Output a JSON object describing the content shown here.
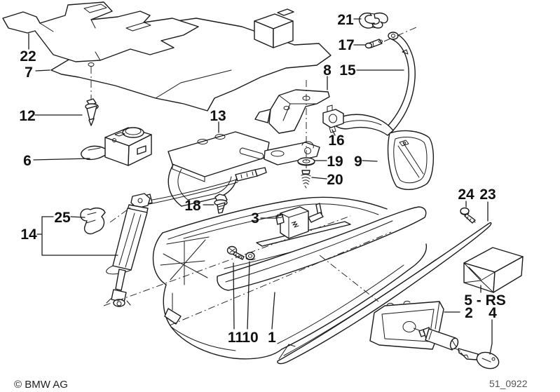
{
  "diagram": {
    "copyright": "© BMW AG",
    "drawing_number": "51_0922",
    "ink_color": "#1b1b1b",
    "background_color": "#ffffff",
    "callouts": {
      "n1": "1",
      "n2": "2",
      "n3": "3",
      "n4": "4",
      "n5_rs": "5 - RS",
      "n6": "6",
      "n7": "7",
      "n8": "8",
      "n9": "9",
      "n10": "10",
      "n11": "11",
      "n12": "12",
      "n13": "13",
      "n14": "14",
      "n15": "15",
      "n16": "16",
      "n17": "17",
      "n18": "18",
      "n19": "19",
      "n20": "20",
      "n21": "21",
      "n22": "22",
      "n23": "23",
      "n24": "24",
      "n25": "25"
    }
  }
}
